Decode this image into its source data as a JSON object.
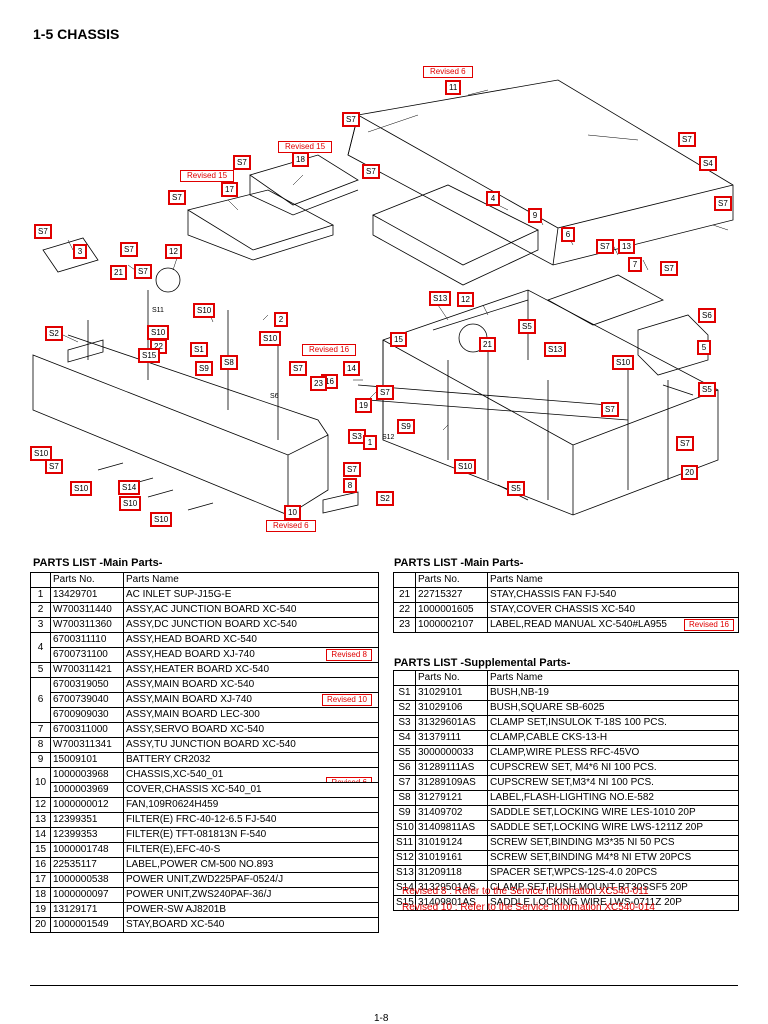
{
  "section_title": "1-5 CHASSIS",
  "diagram": {
    "revised_tags": [
      "Revised 6",
      "Revised 15",
      "Revised 15",
      "Revised 16",
      "Revised 6"
    ],
    "callouts": [
      "11",
      "S7",
      "S7",
      "18",
      "S7",
      "S7",
      "17",
      "S7",
      "3",
      "S7",
      "12",
      "21",
      "S7",
      "S10",
      "2",
      "S2",
      "S10",
      "22",
      "S15",
      "S1",
      "S10",
      "S8",
      "S9",
      "S6",
      "S10",
      "S7",
      "S10",
      "S7",
      "S14",
      "S10",
      "S10",
      "4",
      "9",
      "6",
      "S7",
      "13",
      "S4",
      "S7",
      "S7",
      "7",
      "S7",
      "S13",
      "12",
      "S5",
      "15",
      "21",
      "S13",
      "S10",
      "14",
      "16",
      "23",
      "S7",
      "S3",
      "1",
      "S9",
      "S10",
      "19",
      "S7",
      "8",
      "S2",
      "10",
      "S5",
      "S7",
      "S7",
      "20",
      "S5",
      "5"
    ],
    "text_labels": [
      "S11",
      "S6",
      "S12"
    ]
  },
  "main_parts_left": {
    "heading": "PARTS LIST  -Main Parts-",
    "columns": [
      "Parts No.",
      "Parts Name"
    ],
    "rows": [
      {
        "no": "1",
        "entries": [
          {
            "part": "13429701",
            "name": "AC INLET SUP-J15G-E"
          }
        ]
      },
      {
        "no": "2",
        "entries": [
          {
            "part": "W700311440",
            "name": "ASSY,AC JUNCTION BOARD XC-540"
          }
        ]
      },
      {
        "no": "3",
        "entries": [
          {
            "part": "W700311360",
            "name": "ASSY,DC JUNCTION BOARD XC-540"
          }
        ]
      },
      {
        "no": "4",
        "entries": [
          {
            "part": "6700311110",
            "name": "ASSY,HEAD BOARD XC-540"
          },
          {
            "part": "6700731100",
            "name": "ASSY,HEAD BOARD XJ-740",
            "rev": "Revised 8"
          }
        ]
      },
      {
        "no": "5",
        "entries": [
          {
            "part": "W700311421",
            "name": "ASSY,HEATER BOARD XC-540"
          }
        ]
      },
      {
        "no": "6",
        "entries": [
          {
            "part": "6700319050",
            "name": "ASSY,MAIN BOARD XC-540"
          },
          {
            "part": "6700739040",
            "name": "ASSY,MAIN BOARD XJ-740",
            "rev": "Revised 10"
          },
          {
            "part": "6700909030",
            "name": "ASSY,MAIN BOARD LEC-300"
          }
        ]
      },
      {
        "no": "7",
        "entries": [
          {
            "part": "6700311000",
            "name": "ASSY,SERVO BOARD XC-540"
          }
        ]
      },
      {
        "no": "8",
        "entries": [
          {
            "part": "W700311341",
            "name": "ASSY,TU JUNCTION BOARD XC-540"
          }
        ]
      },
      {
        "no": "9",
        "entries": [
          {
            "part": "15009101",
            "name": "BATTERY CR2032"
          }
        ]
      },
      {
        "no": "10",
        "entries": [
          {
            "part": "1000003968",
            "name": "CHASSIS,XC-540_01",
            "rev": "Revised 6"
          },
          {
            "part": "1000003969",
            "name": "COVER,CHASSIS XC-540_01"
          }
        ]
      },
      {
        "no": "12",
        "entries": [
          {
            "part": "1000000012",
            "name": "FAN,109R0624H459"
          }
        ]
      },
      {
        "no": "13",
        "entries": [
          {
            "part": "12399351",
            "name": "FILTER(E) FRC-40-12-6.5 FJ-540"
          }
        ]
      },
      {
        "no": "14",
        "entries": [
          {
            "part": "12399353",
            "name": "FILTER(E) TFT-081813N F-540"
          }
        ]
      },
      {
        "no": "15",
        "entries": [
          {
            "part": "1000001748",
            "name": "FILTER(E),EFC-40-S"
          }
        ]
      },
      {
        "no": "16",
        "entries": [
          {
            "part": "22535117",
            "name": "LABEL,POWER CM-500 NO.893"
          }
        ]
      },
      {
        "no": "17",
        "entries": [
          {
            "part": "1000000538",
            "name": "POWER UNIT,ZWD225PAF-0524/J"
          }
        ]
      },
      {
        "no": "18",
        "entries": [
          {
            "part": "1000000097",
            "name": "POWER UNIT,ZWS240PAF-36/J"
          }
        ]
      },
      {
        "no": "19",
        "entries": [
          {
            "part": "13129171",
            "name": "POWER-SW AJ8201B"
          }
        ]
      },
      {
        "no": "20",
        "entries": [
          {
            "part": "1000001549",
            "name": "STAY,BOARD XC-540"
          }
        ]
      }
    ]
  },
  "main_parts_right": {
    "heading": "PARTS LIST  -Main Parts-",
    "columns": [
      "Parts No.",
      "Parts Name"
    ],
    "rows": [
      {
        "no": "21",
        "part": "22715327",
        "name": "STAY,CHASSIS FAN FJ-540"
      },
      {
        "no": "22",
        "part": "1000001605",
        "name": "STAY,COVER CHASSIS XC-540"
      },
      {
        "no": "23",
        "part": "1000002107",
        "name": "LABEL,READ MANUAL XC-540#LA955",
        "rev": "Revised 16"
      }
    ]
  },
  "supplemental_parts": {
    "heading": "PARTS LIST  -Supplemental Parts-",
    "columns": [
      "Parts No.",
      "Parts Name"
    ],
    "rows": [
      {
        "no": "S1",
        "part": "31029101",
        "name": "BUSH,NB-19"
      },
      {
        "no": "S2",
        "part": "31029106",
        "name": "BUSH,SQUARE SB-6025"
      },
      {
        "no": "S3",
        "part": "31329601AS",
        "name": "CLAMP SET,INSULOK T-18S 100 PCS."
      },
      {
        "no": "S4",
        "part": "31379111",
        "name": "CLAMP,CABLE CKS-13-H"
      },
      {
        "no": "S5",
        "part": "3000000033",
        "name": "CLAMP,WIRE PLESS RFC-45VO"
      },
      {
        "no": "S6",
        "part": "31289111AS",
        "name": "CUPSCREW SET, M4*6 NI 100 PCS."
      },
      {
        "no": "S7",
        "part": "31289109AS",
        "name": "CUPSCREW SET,M3*4 NI 100 PCS."
      },
      {
        "no": "S8",
        "part": "31279121",
        "name": "LABEL,FLASH-LIGHTING NO.E-582"
      },
      {
        "no": "S9",
        "part": "31409702",
        "name": "SADDLE SET,LOCKING WIRE LES-1010 20P"
      },
      {
        "no": "S10",
        "part": "31409811AS",
        "name": "SADDLE SET,LOCKING WIRE LWS-1211Z 20P"
      },
      {
        "no": "S11",
        "part": "31019124",
        "name": "SCREW SET,BINDING M3*35 NI 50 PCS"
      },
      {
        "no": "S12",
        "part": "31019161",
        "name": "SCREW SET,BINDING M4*8 NI ETW 20PCS"
      },
      {
        "no": "S13",
        "part": "31209118",
        "name": "SPACER SET,WPCS-12S-4.0 20PCS"
      },
      {
        "no": "S14",
        "part": "31329501AS",
        "name": "CLAMP SET,PUSH MOUNT RT30SSF5 20P"
      },
      {
        "no": "S15",
        "part": "31409801AS",
        "name": "SADDLE,LOCKING WIRE LWS-0711Z 20P"
      }
    ]
  },
  "notes": [
    "Revised 8 : Refer to the Service Information XC540-011",
    "Revised 10 : Refer to the Service Information XC540-014"
  ],
  "page_number": "1-8",
  "colors": {
    "revision_red": "#e00000",
    "line": "#000000"
  }
}
